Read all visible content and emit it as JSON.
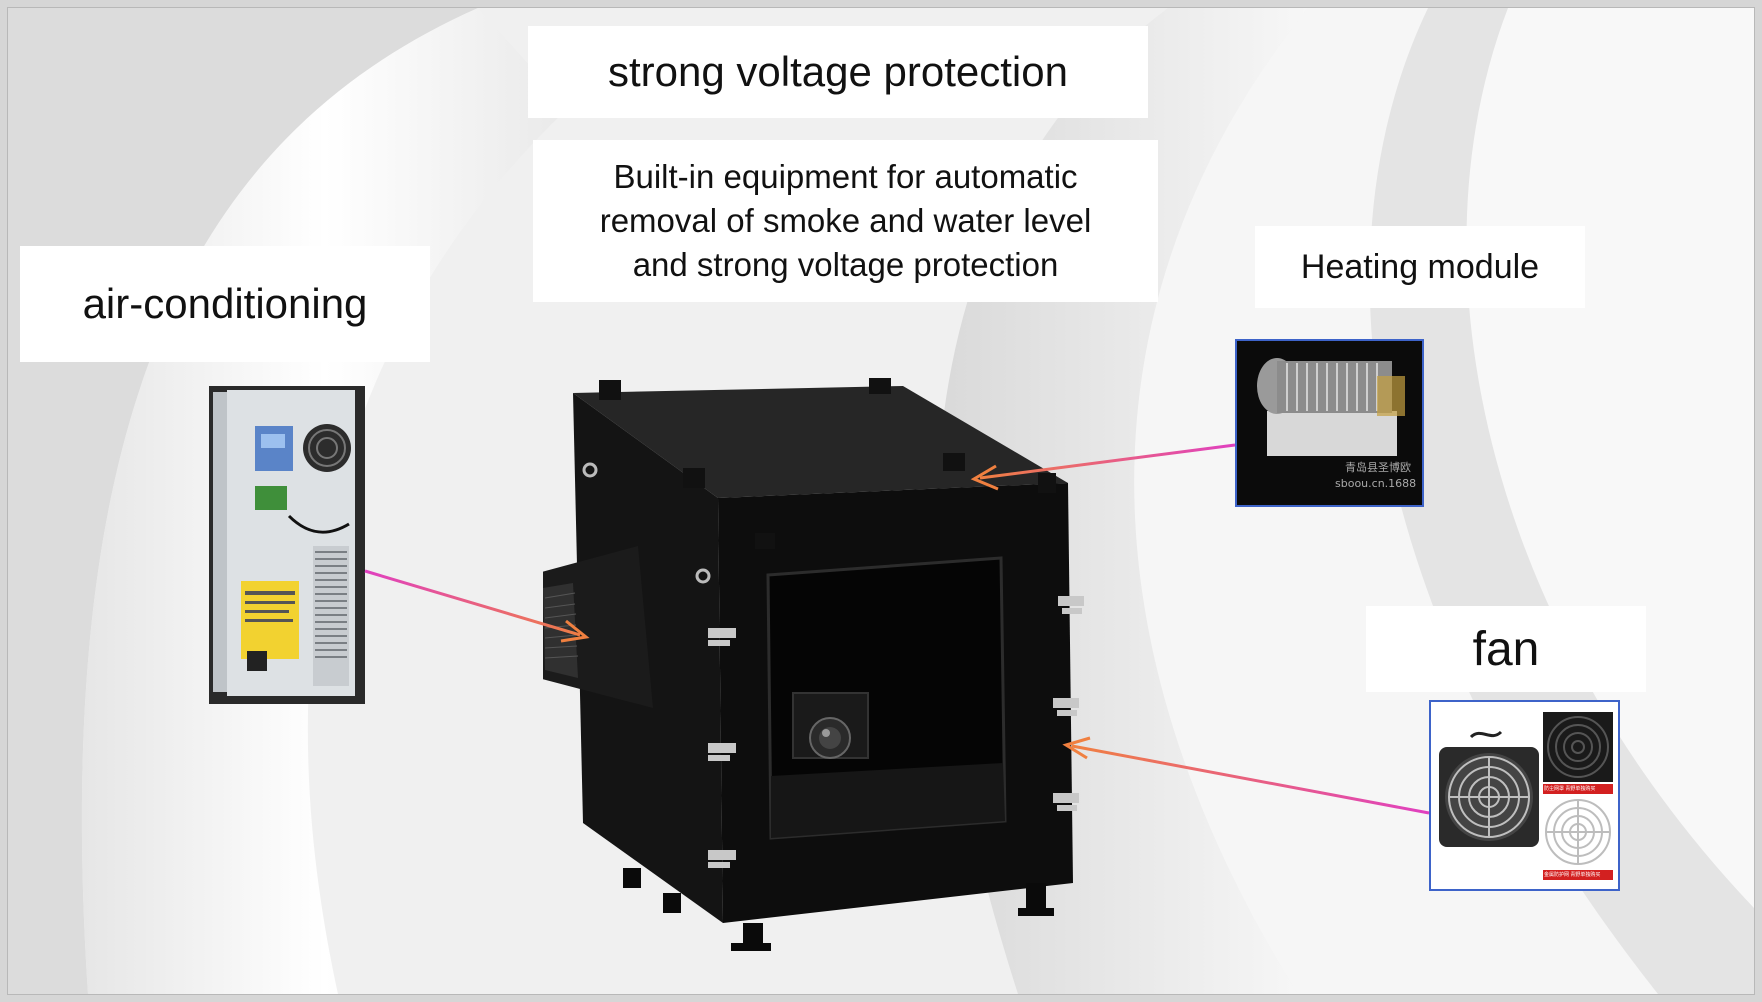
{
  "labels": {
    "title": "strong voltage protection",
    "builtin_line1": "Built-in equipment for automatic",
    "builtin_line2": "removal of smoke and water level",
    "builtin_line3": "and strong voltage protection",
    "air_conditioning": "air-conditioning",
    "heating_module": "Heating module",
    "fan": "fan"
  },
  "photo_text": {
    "heating_watermark_1": "青岛县圣博欧",
    "heating_watermark_2": "sboou.cn.1688",
    "fan_caption_1": "防尘网罩",
    "fan_caption_2": "青野单独购买",
    "fan_caption_3": "金属防护网",
    "fan_caption_4": "青野单独购买"
  },
  "colors": {
    "arrow_start": "#e040c0",
    "arrow_end": "#f08040",
    "photo_border": "#3d63c9",
    "enclosure": "#111111"
  }
}
